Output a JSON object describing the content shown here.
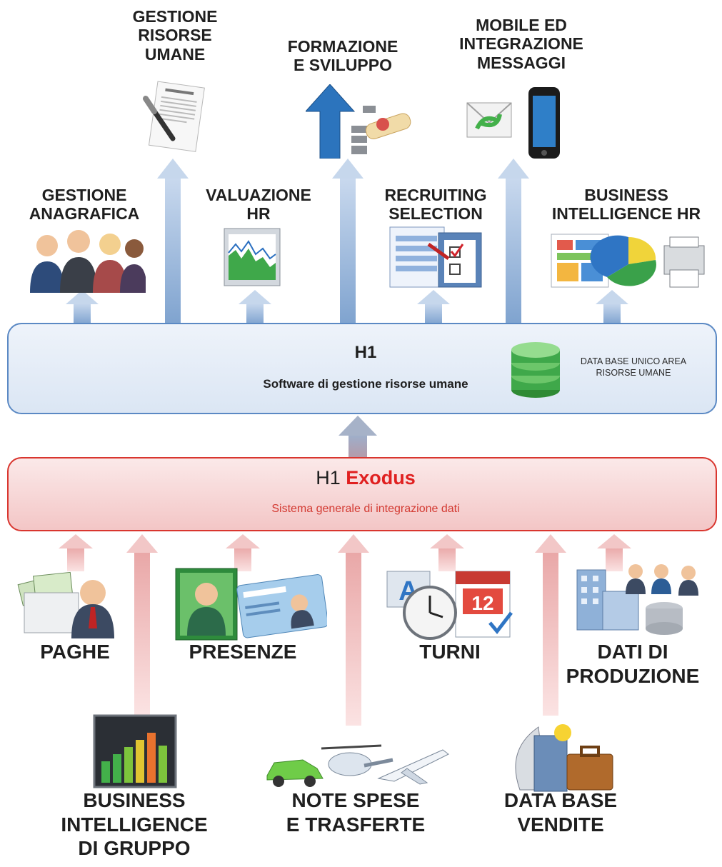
{
  "top_modules": [
    {
      "label": "GESTIONE\nRISORSE\nUMANE",
      "icon": "contract-pen-icon"
    },
    {
      "label": "FORMAZIONE\nE SVILUPPO",
      "icon": "growth-arrow-diploma-icon"
    },
    {
      "label": "MOBILE ED\nINTEGRAZIONE\nMESSAGGI",
      "icon": "mail-phone-icon"
    }
  ],
  "middle_modules": [
    {
      "label": "GESTIONE\nANAGRAFICA",
      "icon": "people-group-icon"
    },
    {
      "label": "VALUAZIONE\nHR",
      "icon": "chart-monitor-icon"
    },
    {
      "label": "RECRUITING\nSELECTION",
      "icon": "form-checklist-icon"
    },
    {
      "label": "BUSINESS\nINTELLIGENCE HR",
      "icon": "dashboard-pie-printer-icon"
    }
  ],
  "h1_box": {
    "title": "H1",
    "subtitle": "Software di gestione risorse umane",
    "db_label": "DATA BASE UNICO AREA\nRISORSE UMANE",
    "db_icon": "database-icon",
    "border_color": "#5b89c4"
  },
  "exodus_box": {
    "title_prefix": "H1",
    "title_highlight": "Exodus",
    "subtitle": "Sistema generale di integrazione dati",
    "border_color": "#d9362f",
    "accent_color": "#e02020"
  },
  "input_sources_row1": [
    {
      "label": "PAGHE",
      "icon": "payroll-money-icon"
    },
    {
      "label": "PRESENZE",
      "icon": "identity-card-icon"
    },
    {
      "label": "TURNI",
      "icon": "clock-calendar-icon"
    },
    {
      "label": "DATI DI\nPRODUZIONE",
      "icon": "factory-workers-icon"
    }
  ],
  "input_sources_row2": [
    {
      "label": "BUSINESS\nINTELLIGENCE\nDI GRUPPO",
      "icon": "equalizer-chart-icon"
    },
    {
      "label": "NOTE SPESE\nE TRASFERTE",
      "icon": "car-helicopter-plane-icon"
    },
    {
      "label": "DATA BASE\nVENDITE",
      "icon": "server-briefcase-icon"
    }
  ]
}
